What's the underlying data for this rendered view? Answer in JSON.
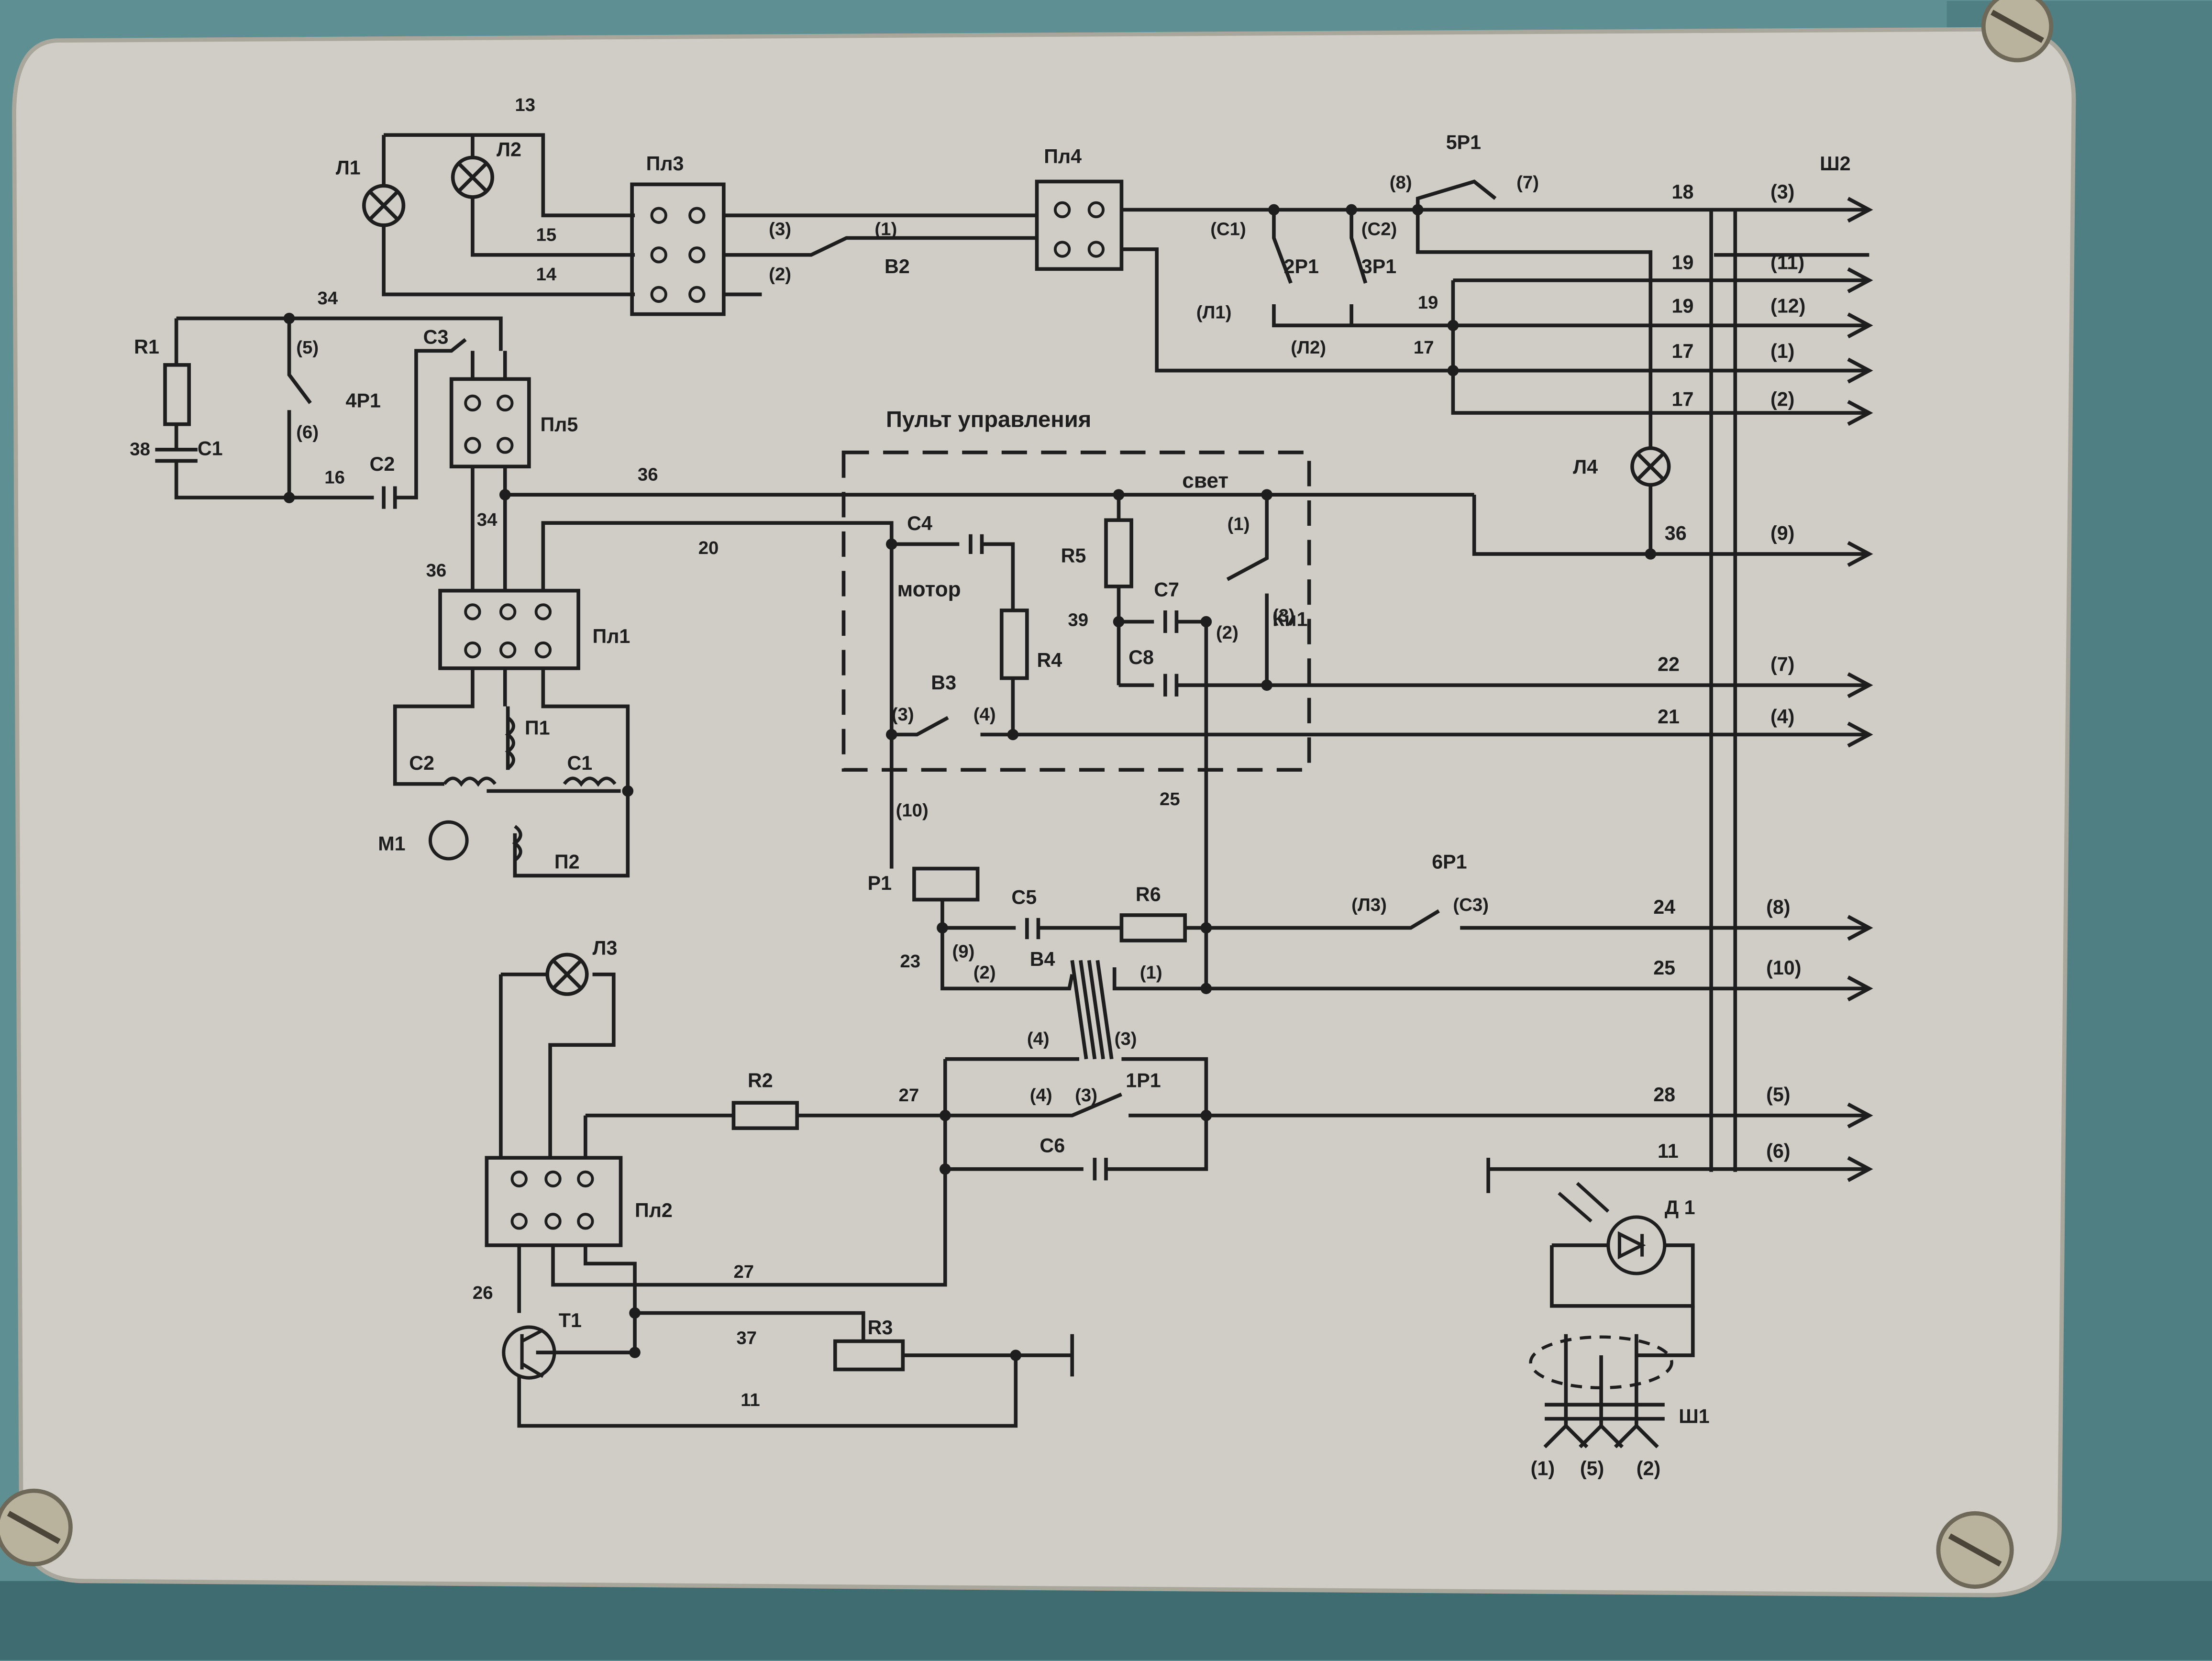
{
  "colors": {
    "plate": "#cfcdc5",
    "ink": "#1e1e1e",
    "background": "#5e8f92",
    "screw": "#b9b29d"
  },
  "title": "Пульт управления",
  "labels": {
    "L1": "Л1",
    "L2": "Л2",
    "L3": "Л3",
    "L4": "Л4",
    "Pl1": "Пл1",
    "Pl2": "Пл2",
    "Pl3": "Пл3",
    "Pl4": "Пл4",
    "Pl5": "Пл5",
    "Sh1": "Ш1",
    "Sh2": "Ш2",
    "R1": "R1",
    "R2": "R2",
    "R3": "R3",
    "R4": "R4",
    "R5": "R5",
    "R6": "R6",
    "C1": "С1",
    "C2": "С2",
    "C3": "С3",
    "C4": "С4",
    "C5": "С5",
    "C6": "С6",
    "C7": "С7",
    "C8": "С8",
    "P1": "Р1",
    "R1P": "1Р1",
    "R2P": "2Р1",
    "R3P": "3Р1",
    "R4P": "4Р1",
    "R5P": "5Р1",
    "R6P": "6Р1",
    "B2": "В2",
    "B3": "В3",
    "B4": "В4",
    "Ki1": "Ки1",
    "T1": "Т1",
    "D1": "Д 1",
    "M1": "М1",
    "P1w": "П1",
    "P2w": "П2",
    "motor": "мотор",
    "svet": "свет",
    "C2w": "С2",
    "C1w": "С1"
  },
  "wires": {
    "n13": "13",
    "n15": "15",
    "n14": "14",
    "n34": "34",
    "n38": "38",
    "n16": "16",
    "n36": "36",
    "n20": "20",
    "n39": "39",
    "n25": "25",
    "n23": "23",
    "n27": "27",
    "n26": "26",
    "n37": "37",
    "n11": "11",
    "p3": "(3)",
    "p2": "(2)",
    "p1": "(1)",
    "p5": "(5)",
    "p6": "(6)",
    "p4": "(4)",
    "p9": "(9)",
    "p10": "(10)",
    "c1": "(С1)",
    "c2": "(С2)",
    "l1": "(Л1)",
    "l2": "(Л2)",
    "l3": "(Л3)",
    "c3": "(С3)",
    "p8": "(8)",
    "p7": "(7)"
  },
  "terminals": [
    {
      "wire": "18",
      "pin": "(3)"
    },
    {
      "wire": "19",
      "pin": "(11)"
    },
    {
      "wire": "19",
      "pin": "(12)"
    },
    {
      "wire": "17",
      "pin": "(1)"
    },
    {
      "wire": "17",
      "pin": "(2)"
    },
    {
      "wire": "36",
      "pin": "(9)"
    },
    {
      "wire": "22",
      "pin": "(7)"
    },
    {
      "wire": "21",
      "pin": "(4)"
    },
    {
      "wire": "24",
      "pin": "(8)"
    },
    {
      "wire": "25",
      "pin": "(10)"
    },
    {
      "wire": "28",
      "pin": "(5)"
    },
    {
      "wire": "11",
      "pin": "(6)"
    }
  ],
  "sh1_pins": [
    "(1)",
    "(5)",
    "(2)"
  ]
}
